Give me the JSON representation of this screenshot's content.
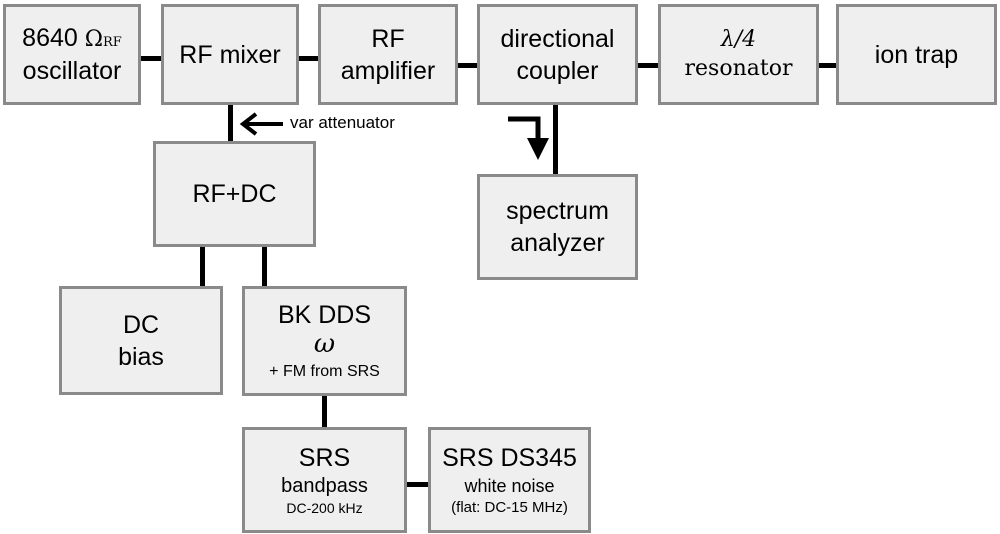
{
  "blocks": {
    "oscillator": {
      "num": "8640",
      "omega": "Ω",
      "sub": "RF",
      "line2": "oscillator"
    },
    "mixer": {
      "label": "RF mixer"
    },
    "amplifier": {
      "line1": "RF",
      "line2": "amplifier"
    },
    "coupler": {
      "line1": "directional",
      "line2": "coupler"
    },
    "resonator": {
      "line1": "λ/4",
      "line2": "resonator"
    },
    "ion_trap": {
      "label": "ion trap"
    },
    "spectrum": {
      "line1": "spectrum",
      "line2": "analyzer"
    },
    "rfdc": {
      "label": "RF+DC"
    },
    "dc_bias": {
      "line1": "DC",
      "line2": "bias"
    },
    "bk_dds": {
      "line1": "BK DDS",
      "symbol": "ω",
      "line3": "+ FM from SRS"
    },
    "srs_bandpass": {
      "line1": "SRS",
      "line2": "bandpass",
      "line3": "DC-200 kHz"
    },
    "srs_ds345": {
      "line1": "SRS DS345",
      "line2": "white noise",
      "line3": "(flat: DC-15 MHz)"
    }
  },
  "annotations": {
    "var_attenuator": "var attenuator"
  }
}
